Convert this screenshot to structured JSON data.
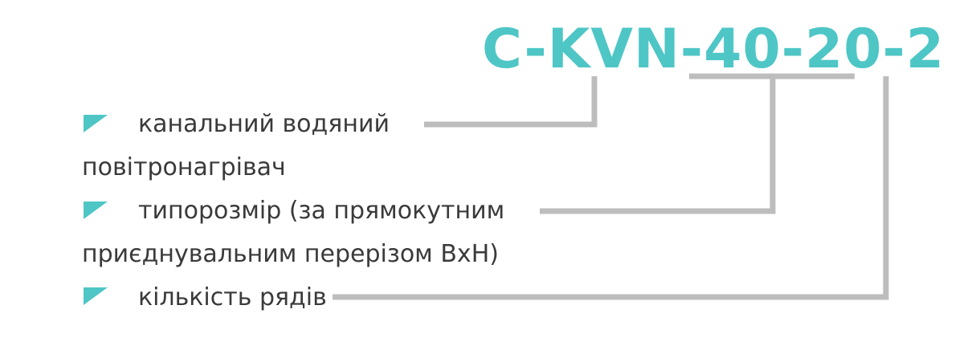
{
  "code": {
    "full": "C-KVN-40-20-2",
    "color": "#4ec6c6"
  },
  "leader_color": "#bdbdbd",
  "text_color": "#3a3a3a",
  "marker_icon": "teal-corner-triangle-icon",
  "legend": [
    {
      "line1": "канальний водяний",
      "line2": "повітронагрівач"
    },
    {
      "line1": "типорозмір (за прямокутним",
      "line2": "приєднувальним перерізом ВxН)"
    },
    {
      "line1": "кількість рядів"
    }
  ]
}
